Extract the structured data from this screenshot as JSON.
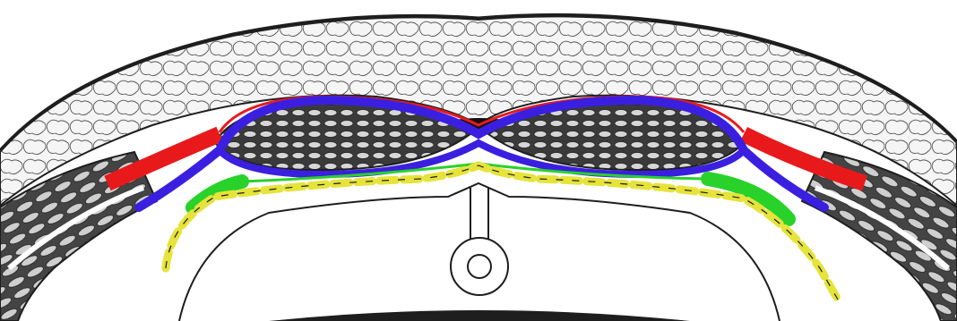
{
  "diagram": {
    "colors": {
      "background": "#ffffff",
      "outline": "#1e1e1e",
      "fat_fill": "#f5f5f5",
      "muscle_fill": "#3a3a3a",
      "muscle_fiber": "#d8d8d8",
      "rectus_sheath_line_red": "#e8191b",
      "rectus_sheath_line_blue": "#3b1fe0",
      "transversalis_line_green": "#28d22a",
      "peritoneum_line_yellow": "#e6e33a"
    },
    "structures": [
      "subcutaneous-fat",
      "rectus-abdominis-left",
      "rectus-abdominis-right",
      "linea-alba",
      "lateral-abdominal-muscles-left",
      "lateral-abdominal-muscles-right",
      "falciform-ligament",
      "ligamentum-teres",
      "peritoneal-cavity"
    ],
    "highlighted_layers": [
      {
        "name": "anterior-rectus-sheath",
        "color": "#e8191b"
      },
      {
        "name": "posterior-rectus-sheath",
        "color": "#3b1fe0"
      },
      {
        "name": "transversalis-fascia",
        "color": "#28d22a"
      },
      {
        "name": "parietal-peritoneum",
        "color": "#e6e33a"
      }
    ]
  }
}
